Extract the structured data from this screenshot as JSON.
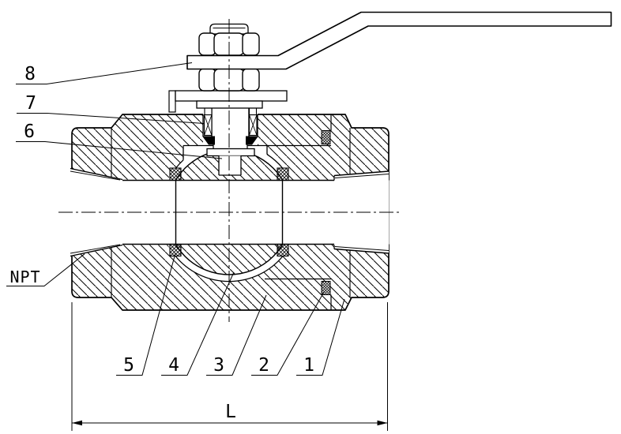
{
  "callouts": [
    {
      "label": "8"
    },
    {
      "label": "7"
    },
    {
      "label": "6"
    },
    {
      "label": "NPT"
    },
    {
      "label": "5"
    },
    {
      "label": "4"
    },
    {
      "label": "3"
    },
    {
      "label": "2"
    },
    {
      "label": "1"
    }
  ],
  "dimension": {
    "label": "L"
  },
  "colors": {
    "line": "#000000",
    "background": "#ffffff"
  }
}
